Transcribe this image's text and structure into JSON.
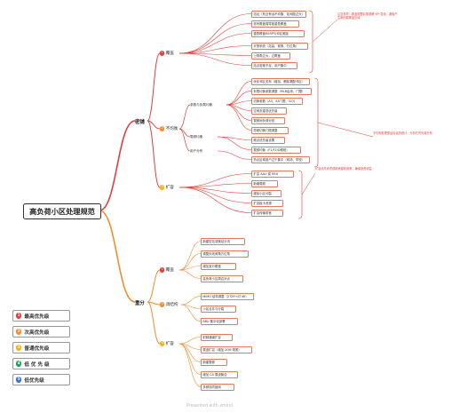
{
  "colors": {
    "priority_1": "#e23c3c",
    "priority_2": "#f08c2e",
    "priority_3": "#f2b31d",
    "priority_4": "#1e9e5a",
    "priority_5": "#3b6fd8",
    "branch_top": "#e23c3c",
    "branch_bottom": "#f08c2e"
  },
  "root": {
    "title": "高负荷小区处理规范"
  },
  "legend": [
    {
      "num": "1",
      "label": "最高优先级"
    },
    {
      "num": "2",
      "label": "次高优先级"
    },
    {
      "num": "3",
      "label": "普通优先级"
    },
    {
      "num": "4",
      "label": "低 优 先 级"
    },
    {
      "num": "5",
      "label": "低优先级"
    }
  ],
  "main_branches": [
    {
      "label": "密铺"
    },
    {
      "label": "重分"
    }
  ],
  "top_groups": [
    {
      "num": "1",
      "label": "覆盖"
    },
    {
      "num": "2",
      "label": "不均衡"
    },
    {
      "num": "3",
      "label": "扩容"
    }
  ],
  "top_subgroups": [
    {
      "label": "参数与负载均衡"
    },
    {
      "label": "载频均衡"
    },
    {
      "label": "用户分布"
    }
  ],
  "bottom_groups": [
    {
      "num": "1",
      "label": "覆盖"
    },
    {
      "num": "2",
      "label": "调结构"
    },
    {
      "num": "3",
      "label": "扩容"
    }
  ],
  "top_leaves": [
    "站址（有近有远不均衡、站间距过大）",
    "信号覆盖弱导致重叠覆盖",
    "重叠覆盖RSRP与邻区差距",
    "天馈系统（站高、倾角、方位角）",
    "上倾角过大，过覆盖",
    "站点密度不足，用户集中",
    "优化邻区关系（增加、删除漏配邻区）",
    "负载均衡参数调整（MLB启用、门限）",
    "切换参数（A3、A5门限、CIO）",
    "空闲态重选优先级",
    "载频间负荷分担",
    "异频切换门限调整",
    "频点优先级设置",
    "载频均衡（F1/F2/D频段）",
    "热点区域用户过于集中（商场、学校）",
    "扩容 AAU 或 RRU",
    "新增载频",
    "增加小区分裂",
    "扩容板卡资源",
    "扩容传输带宽"
  ],
  "top_notes": [
    "注意事项：覆盖调整后需观察 KPI 变化，避免产生新的弱覆盖区域",
    "不均衡处理需结合话务统计，分析忙时负载分布",
    "扩容优先考虑现网资源利用率，确保投资收益"
  ],
  "bottom_leaves": [
    "新建宏站或微站分流",
    "调整天线倾角方位角",
    "增加室分覆盖",
    "高负荷小区周边补点",
    "MIMO 结构调整（2T2R→4T4R）",
    "小区合并与分裂",
    "BBU 集中化部署",
    "射频通道扩容",
    "载波扩容（增加 20M 带宽）",
    "新建载频",
    "增加 CA 载波聚合",
    "多频协同组网"
  ],
  "watermark": "Presented with xmind"
}
